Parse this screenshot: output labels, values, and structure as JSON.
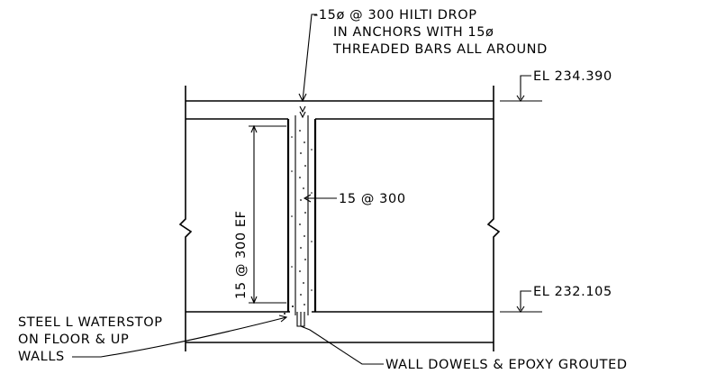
{
  "notes": {
    "anchor_line1": "-15ø @ 300 HILTI DROP",
    "anchor_line2": "IN ANCHORS WITH 15ø",
    "anchor_line3": "THREADED BARS ALL AROUND",
    "vertical_bars": "15 @ 300 EF",
    "horizontal_bars": "15 @ 300",
    "waterstop_line1": "STEEL L WATERSTOP",
    "waterstop_line2": "ON FLOOR & UP",
    "waterstop_line3": "WALLS",
    "dowels": "WALL DOWELS & EPOXY GROUTED"
  },
  "elevations": {
    "top": "EL 234.390",
    "bottom": "EL 232.105"
  }
}
